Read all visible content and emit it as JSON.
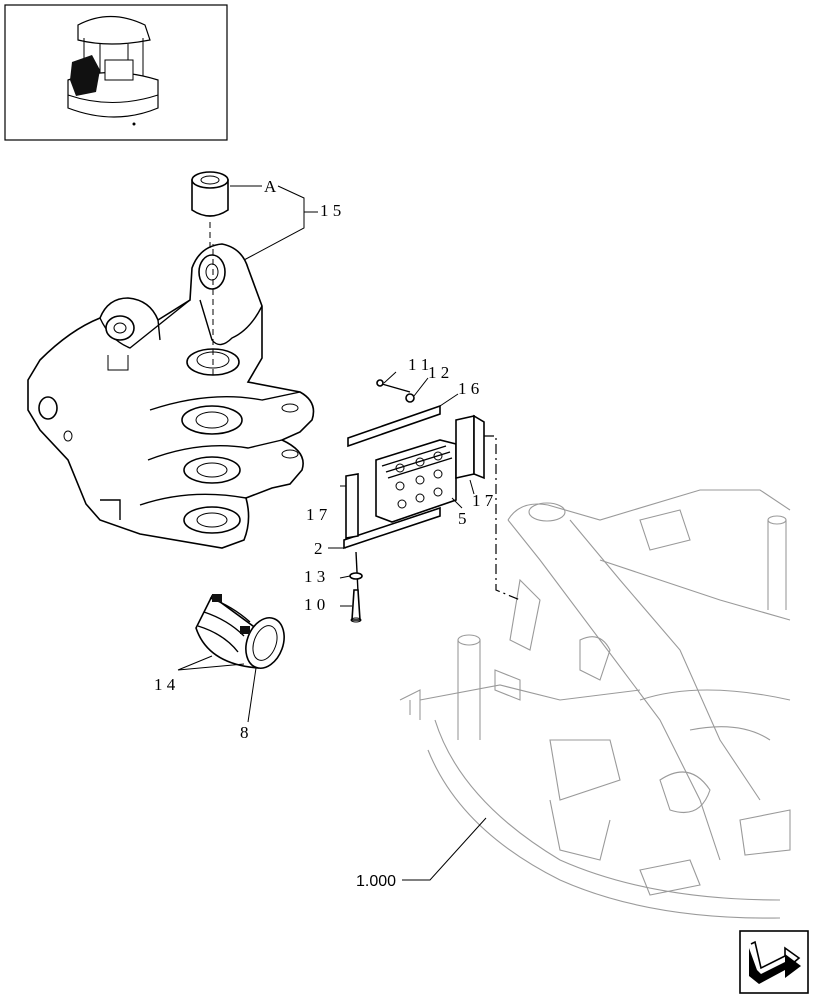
{
  "thumbnail": {
    "icon": "excavator-cab-overview-icon"
  },
  "labels": {
    "A": "A",
    "p15": "1 5",
    "p11": "1 1",
    "p12": "1 2",
    "p16": "1 6",
    "p17a": "1 7",
    "p17b": "1 7",
    "p5": "5",
    "p2": "2",
    "p13": "1 3",
    "p10": "1 0",
    "p14": "1 4",
    "p8": "8",
    "ref": "1.000"
  },
  "nav": {
    "icon": "next-page-arrow-icon"
  }
}
